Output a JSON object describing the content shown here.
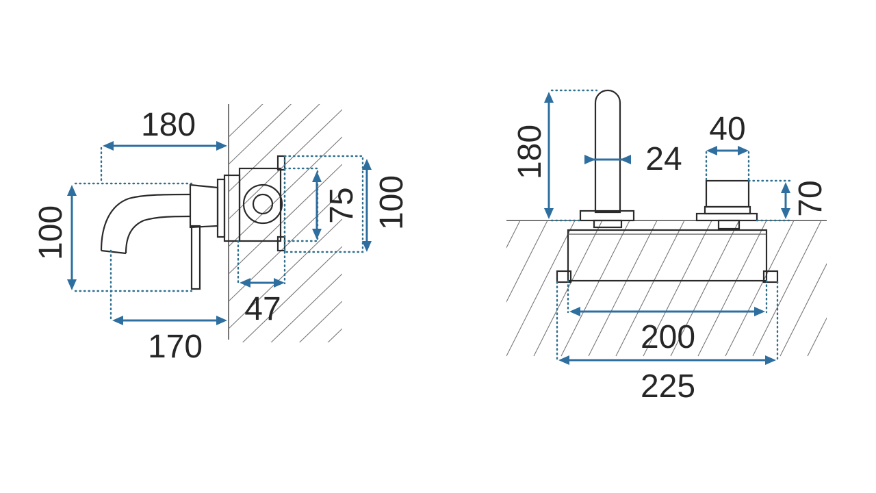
{
  "colors": {
    "dimension": "#2e6fa0",
    "outline": "#2a2a2a",
    "text": "#262626",
    "background": "#ffffff"
  },
  "side_view": {
    "dims": {
      "d180": "180",
      "d170": "170",
      "d100": "100",
      "d47": "47",
      "d75": "75",
      "d100_box": "100"
    }
  },
  "front_view": {
    "dims": {
      "d180": "180",
      "d24": "24",
      "d40": "40",
      "d70": "70",
      "d200": "200",
      "d225": "225"
    }
  }
}
